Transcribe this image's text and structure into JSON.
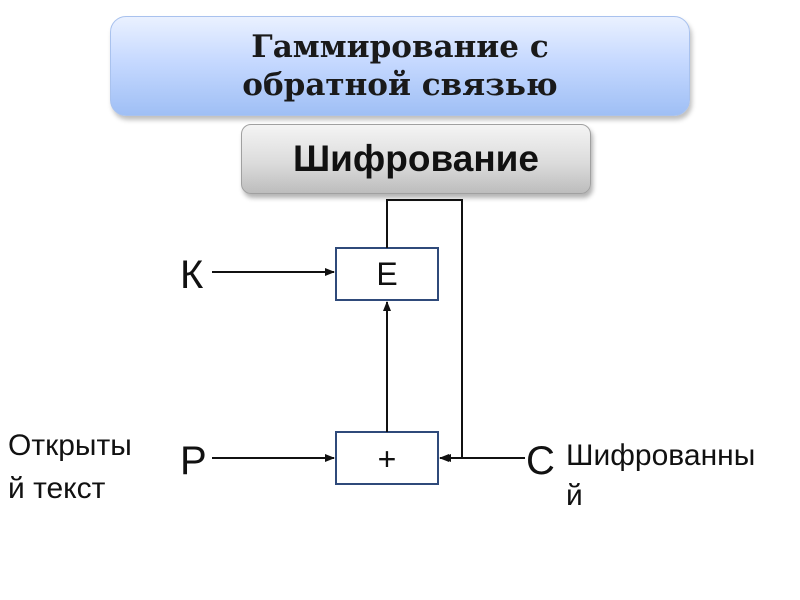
{
  "title": "Гаммирование с обратной связью",
  "section": "Шифрование",
  "diagram": {
    "encrypt_block": "E",
    "xor_block": "+",
    "key_label": "К",
    "plaintext_label": "P",
    "ciphertext_label": "C",
    "plaintext_text": [
      "Открыты",
      "й текст"
    ],
    "ciphertext_text": [
      "Шифрованны",
      "й"
    ]
  }
}
